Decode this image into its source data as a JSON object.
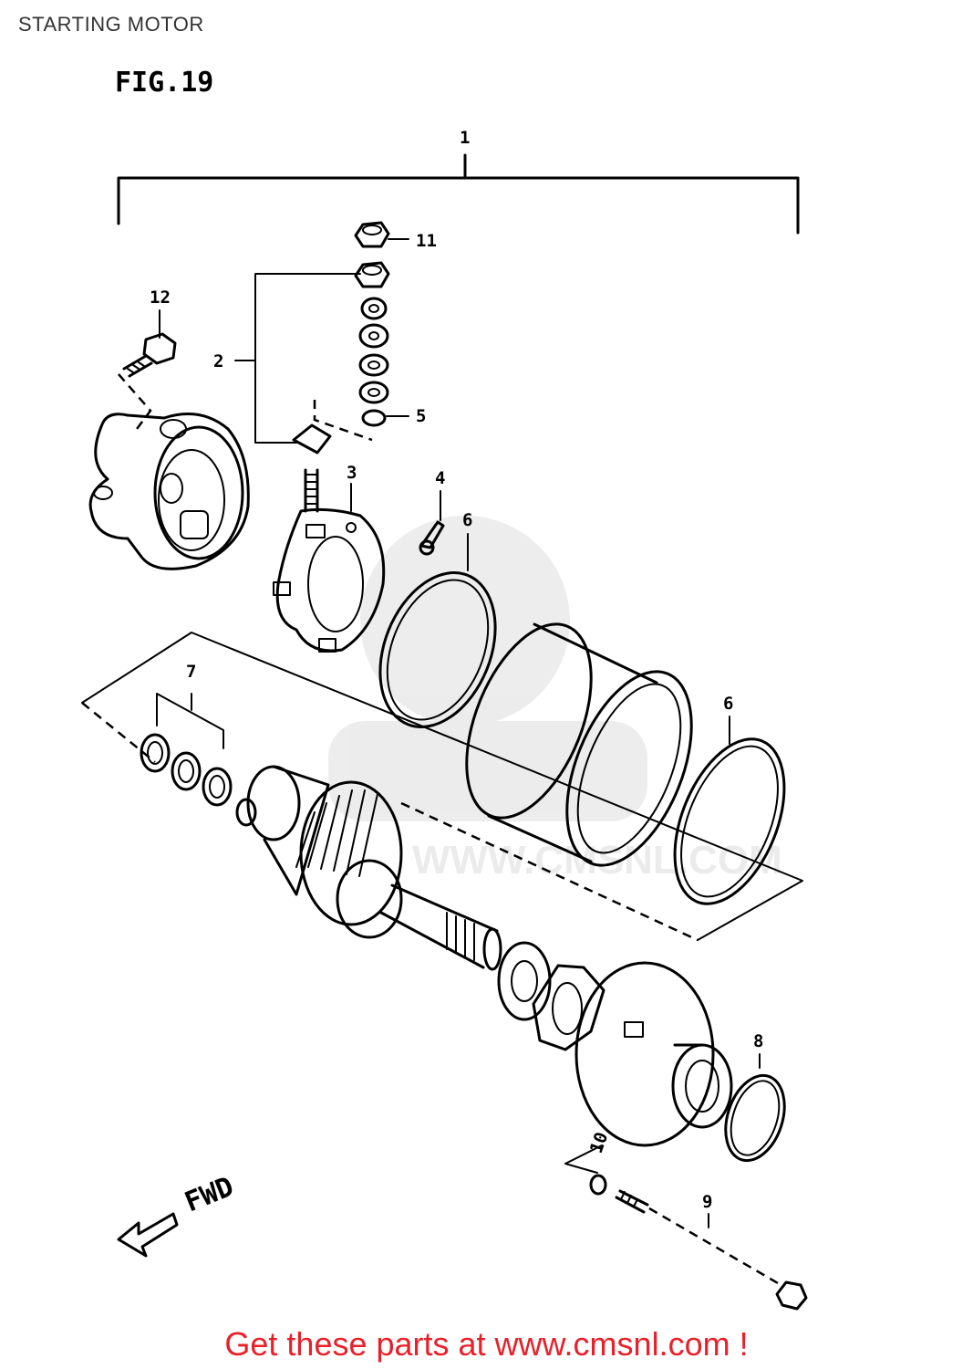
{
  "page": {
    "title": "STARTING MOTOR",
    "figure_label": "FIG.19",
    "direction_label": "FWD",
    "promo_text": "Get these parts at www.cmsnl.com !",
    "watermark_text": "WWW.CMSNL.COM"
  },
  "callouts": [
    "1",
    "2",
    "3",
    "4",
    "5",
    "6",
    "6",
    "7",
    "8",
    "9",
    "10",
    "11",
    "12"
  ],
  "colors": {
    "line": "#000000",
    "promo": "#e8202a",
    "title": "#333333"
  }
}
